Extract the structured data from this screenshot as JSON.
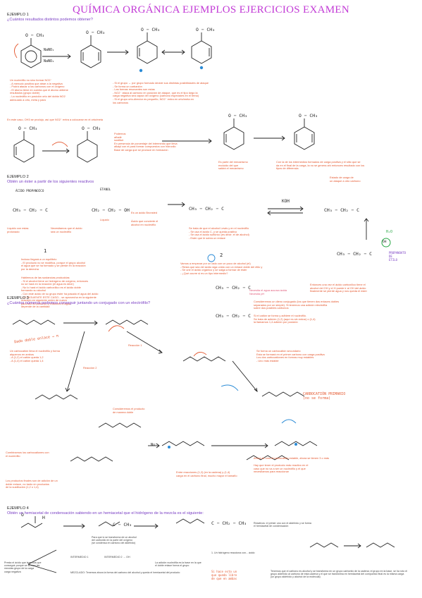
{
  "title": "QUÍMICA ORGÁNICA EJEMPLOS EJERCICIOS EXAMEN",
  "ex1": {
    "heading": "EJEMPLO 1",
    "question": "¿Cuántos resultados distintos podemos obtener?",
    "reagents": [
      "NaNO₂",
      "NaNO₂"
    ],
    "note_left": "Un nucleófilo no sino formar NO2⁻\n- A menudo positiva que atrae a la negativa\n- Podrá atacar a los carbonos con el oxígeno\n- El átomo tiene en cuenta que el átomo obtiene\n  resultados (grupo doble)\n- La nucleófilo en posición orto del dobla NO2\n  adecuado a orto, meta y para",
    "note_right": "- Si el grupo → por grupo formado decide sus distintas posibilidades de ataque\n- Se forma un carbanión\n- Las formas resonantes son estas\n- NO2⁻ ataca al carbono en posición de ataque, que es el tipo largo la\n  carga negativa sea capaz del oxígeno (carbono especiales en el tema)\n- Si el grupo orto-director es pequeño, NO2⁻ entra en orto/meta en\n  los carbonos",
    "note_mid": "En este caso, OH3 se produjo, así que NO2⁻ entra a colocarse en el orto/meta",
    "note_mid2": "Podemos\n añadir\n sustituir\nEn presencia de porcentaje del intermedio que lleva\nalkayl con el para formar compuestos con hidroxilo\nBase de carga que se produce en formación",
    "note_mid3": "Es parte del mecanismo\nexcluido del que\nsaldrá el mecanismo",
    "note_mid4": "Con la de los intermedios formados de carga positiva y el sitio que se\nda en el final de la carga, la no se genera ahí entonces resultado con los\ntipos de diferencia",
    "note_arrow": "Estado de carga de\nun ataque a otro carbono"
  },
  "ex2": {
    "heading": "EJEMPLO 2",
    "question": "Obtén un éster a partir de los siguientes reactivos",
    "label_acid": "ÁCIDO PROPANOICO",
    "label_ethanol": "ETANOL",
    "label_liq": "Líquido",
    "label_propyl": "PROPANOATO\nDE\nETILO",
    "left_note": "Líquido con estas\nprotonado",
    "note_a": "Necesitamos que el ácido\nsea un nucleófilo",
    "note_b": "Es un ácido Bronsted",
    "note_c": "Ácido que convierte el\nalcohol en nucleófilo",
    "note_d": "Se trata de que el alcohol Lewis y en el nucleófilo\n- Se usa el ácido C, y se queda positivo\n- Se usa el ácido sulfúrico (es decir; el de alcohol)\n- Ester que le sobra un enlace",
    "note_e": "Vamos a empezar por un lado con un poco de alcohol (el)\n- Resta que sea del ácido siga unido con un enlace doble del etilo y\n- Se une el ácido orgánico y se salga a formar de éster\n- ¿Qué ocurre si es un tipo intermedio?",
    "note_f": "Incluso llegará a un equilibrio\n- El producto no se modifica, porque el grupo alcohol\n  el agua que se ha formado y se pierde en la reacción\n  por la derecha",
    "note_g": "Hablemos de las sustancias producidas\n- Si el alcohol tiene un hidrógeno de oxígeno, entonces\n  no se hará en la reacción (el agua es decir)\n- No lo hará el ácido carboxílico es el ácido doble\n  formando su alcohol\n- Con este ácido de su grupo éster ha pasado el agua del ácido\n- LO SIGUIENTE ESTE CASO... se aprovecha en la siguiente\n  reacción en siguiente orden de nuevo\n  para unir al carbonilo y entonces el agua\n  depende de la cantidad",
    "note_h": "Necesita el agua acuosa ácida\nNecesita pH",
    "note_i": "Entonces una vez el ácido carboxílico tiene el\nalcohol del OH y el H puede ir al OH del ácido\nfinalmente se pierde agua y nos queda el ester",
    "circle1": "1",
    "circle2": "2",
    "koh": "KOH",
    "ho": "H₂O",
    "oh": "OH"
  },
  "ex3": {
    "heading": "EJEMPLO 3",
    "question": "¿Cuántos números podemos conseguir juntando un conjugado con un electrófilo?",
    "red_hw": "Dado doble enlace → π",
    "arrow_label1": "Reacción 1",
    "arrow_label2": "Reacción 2",
    "n1": "Consideremos un dieno conjugado (los que tienen dos enlaces dobles\nseparados por un simple). Si tenemos una adición electrófila\nsobre dos posibles carbonos",
    "n2": "Si el catión se forma y adhiere el nucleófilo.\nSe trata de adición (1,2) (aquí es sin entrar) o (1,4)\nla llamamos 1,4 adición por posición",
    "n3": "Un carbocatión lleva el nucleófilo y forma\nalquenos en ambos\n- A (1,2) el catión queda 1,2\n- A (1,4) el catión queda 1,4",
    "n4": "Se forma un carbocatión secundario\nEsta se formará en el primer carbono con carga positiva\nLos dos carbocationes en formas muy estables\n- Uno más estable",
    "hw_red": "CARBOCATIÓN PRIMARIO\n(no se forma)",
    "n5": "Combinamos los carbocationes con\nel nucleófilo",
    "n6": "Ahora se crea el carbocatión estable, ahora se tienen 3 o más",
    "n7": "Consideremos el producto\nde manera doble",
    "n8": "Hay que tener el producto más reactivo en el\ncaso que no va a ser un nucleófilo y el que\nnecesitamos para reaccionar",
    "n9": "Los productos finales son de adición de un\ndoble enlace, no tanto en productos\nde la sustitución (1,2 o 1,4)",
    "n10": "Entre reacciones (1,2) (en la cadena) y (1,4)\ncarga en el carbono final, mucho mayor el tamaño",
    "nu": "Nu⁻"
  },
  "ex4": {
    "heading": "EJEMPLO 4",
    "question": "Obtén un hemiacetal de condensación sabiendo en un hemiacetal que el hidrógeno de la mezcla es el siguiente:",
    "n1": "Reactivos: el primer uno con el aldehído y se forma\nel hemiacetal de condensación",
    "n2": "Para que lo se transforma de un alcohol\ndel carbonilo en la parte del oxígeno\n(se condensa en carbono del aldehído)",
    "n3": "INTERMEDIO 1",
    "n4": "INTERMEDIO 2 → OH",
    "n5": "1. Un hidrógeno reacciona con... ácido",
    "n6": "La adición nucleófila es la base en la que\nel doble enlace forma el grupo",
    "n7": "Presta el ácido que tenemos que\nconseguir porque se forman las\nmezclas grupo de la carga\ncarga negativa",
    "n8": "MEZCLADO: Tenemos ahora la forma del carbono del alcohol y queda el hemiacetal del producto",
    "n9": "Tenemos que el carbono es alcohol y se transforma en un grupo carbonilo de la cadena; el grupo en la base, se ha roto el\ngrupo aldehído al carbono de esta cadena y el que se transforma en hemiacetal del compuesto final es la misma carga\n(un grupo aldehído y alcohol de la molécula)",
    "red_hw": "Si hace esto un\nque queda libre\nde que en ambas"
  }
}
